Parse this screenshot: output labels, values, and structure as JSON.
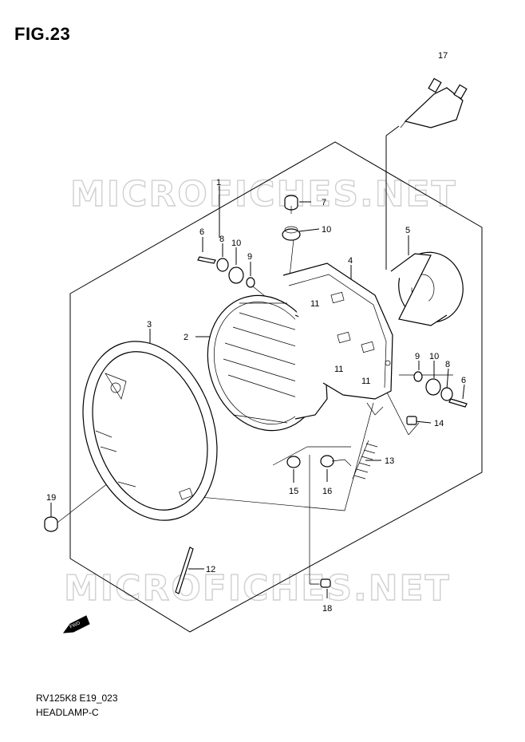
{
  "figure": {
    "title": "FIG.23",
    "code": "RV125K8 E19_023",
    "name": "HEADLAMP-C",
    "watermark": "MICROFICHES.NET",
    "fwd_label": "FWD"
  },
  "callouts": [
    "1",
    "2",
    "3",
    "4",
    "5",
    "6",
    "6",
    "7",
    "8",
    "8",
    "9",
    "9",
    "10",
    "10",
    "10",
    "11",
    "11",
    "11",
    "12",
    "13",
    "14",
    "15",
    "16",
    "17",
    "18",
    "19"
  ]
}
